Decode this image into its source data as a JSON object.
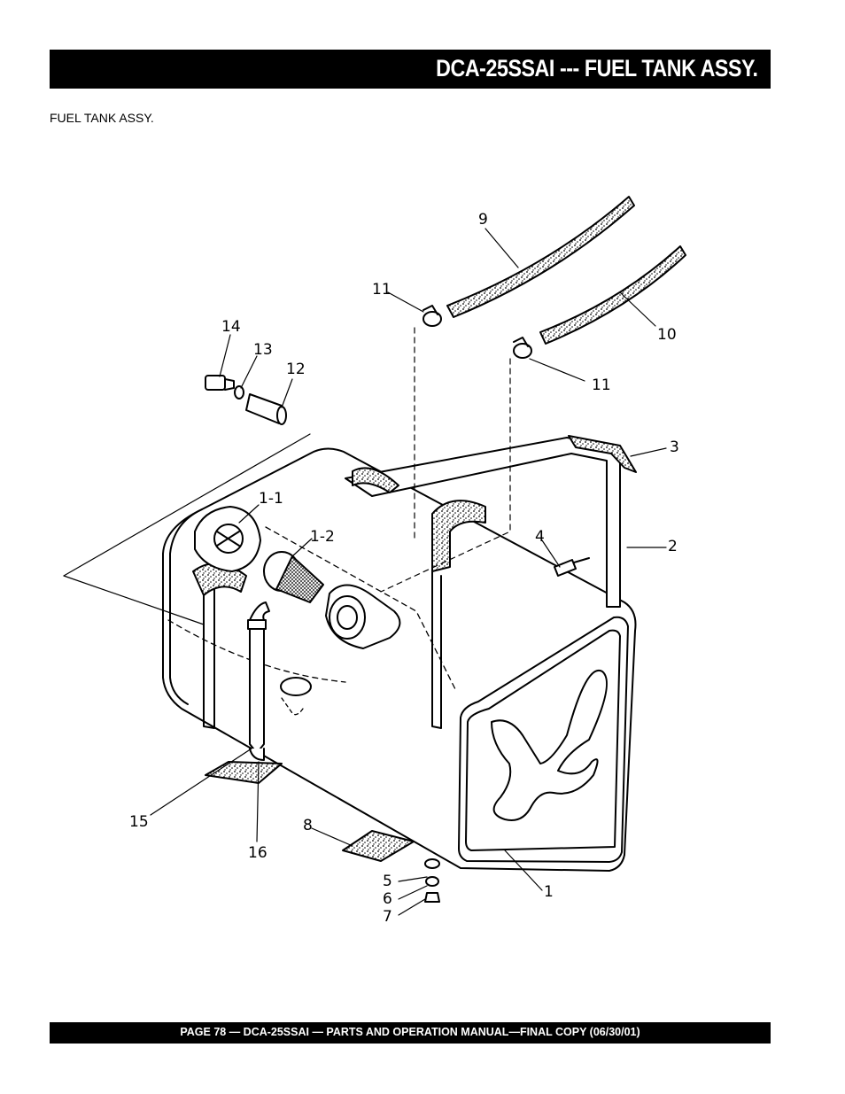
{
  "header": {
    "title": "DCA-25SSAI --- FUEL TANK ASSY."
  },
  "section": {
    "subtitle": "FUEL TANK ASSY."
  },
  "diagram": {
    "callouts": {
      "c9": "9",
      "c11a": "11",
      "c10": "10",
      "c11b": "11",
      "c14": "14",
      "c13": "13",
      "c12": "12",
      "c3": "3",
      "c1_1": "1-1",
      "c1_2": "1-2",
      "c4": "4",
      "c2": "2",
      "c15": "15",
      "c16": "16",
      "c8": "8",
      "c5": "5",
      "c6": "6",
      "c7": "7",
      "c1": "1"
    }
  },
  "footer": {
    "text": "PAGE 78 — DCA-25SSAI — PARTS AND OPERATION  MANUAL—FINAL COPY  (06/30/01)"
  }
}
